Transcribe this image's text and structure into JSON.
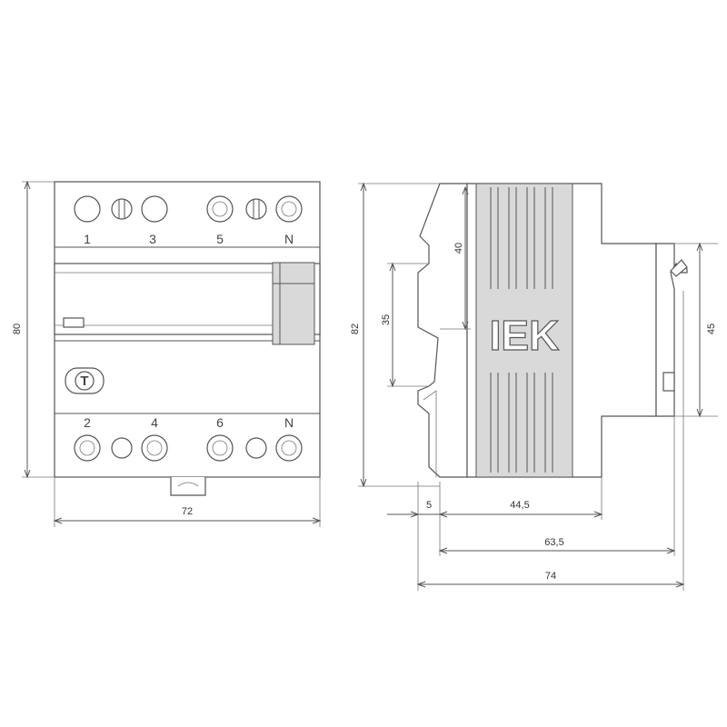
{
  "front_view": {
    "top_terminals": [
      "1",
      "3",
      "5",
      "N"
    ],
    "bottom_terminals": [
      "2",
      "4",
      "6",
      "N"
    ],
    "test_button": "T",
    "dim_height": "80",
    "dim_width": "72"
  },
  "side_view": {
    "dim_height": "82",
    "dim_40": "40",
    "dim_35": "35",
    "dim_45": "45",
    "dim_5": "5",
    "dim_44_5": "44,5",
    "dim_63_5": "63,5",
    "dim_74": "74",
    "logo": "IEK"
  },
  "colors": {
    "line": "#555555",
    "body_fill": "#ffffff",
    "side_fill": "#d9d9d9"
  }
}
